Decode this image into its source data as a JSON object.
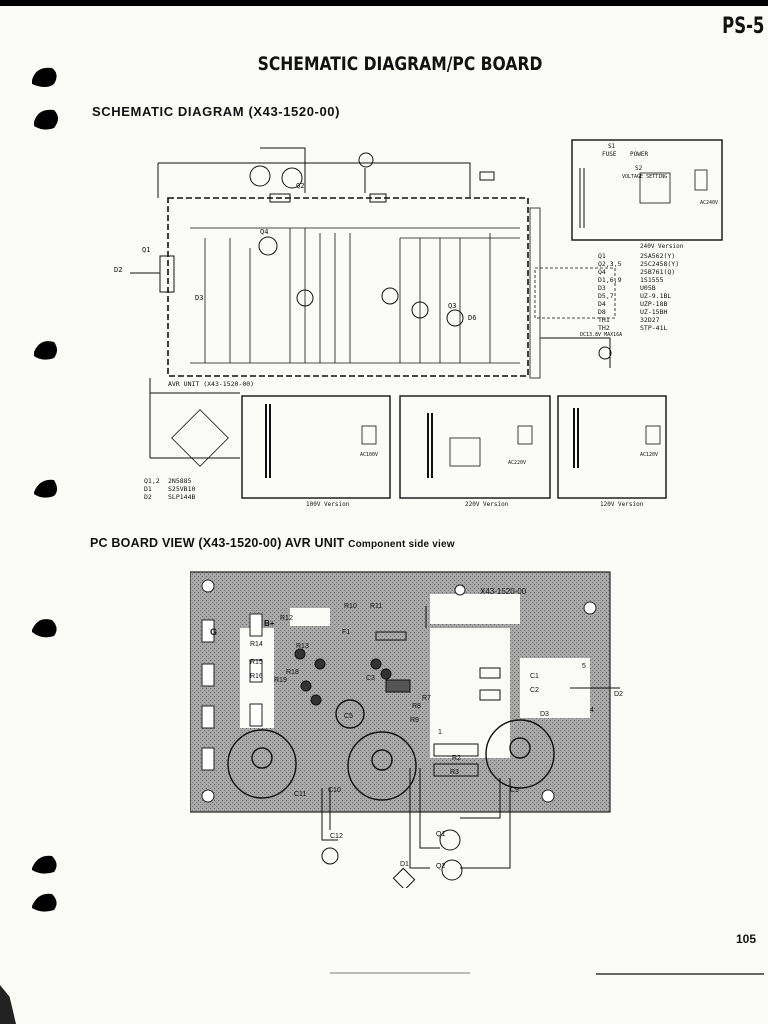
{
  "page": {
    "model": "PS-5",
    "title": "SCHEMATIC DIAGRAM/PC BOARD",
    "section1": "SCHEMATIC DIAGRAM (X43-1520-00)",
    "section2_main": "PC BOARD VIEW (X43-1520-00) AVR UNIT",
    "section2_note": "Component side view",
    "page_number": "105"
  },
  "schematic": {
    "avr_label": "AVR UNIT (X43-1520-00)",
    "versions": [
      "240V Version",
      "100V Version",
      "220V Version",
      "120V Version"
    ],
    "parts_table": [
      [
        "Q1",
        "2SA562(Y)"
      ],
      [
        "Q2,3,5",
        "2SC2458(Y)"
      ],
      [
        "Q4",
        "2SB761(Q)"
      ],
      [
        "D1,6,9",
        "1S1555"
      ],
      [
        "D3",
        "U05B"
      ],
      [
        "D5,7",
        "UZ-9.1BL"
      ],
      [
        "D4",
        "UZP-18B"
      ],
      [
        "D8",
        "UZ-15BH"
      ],
      [
        "TH1",
        "32D27"
      ],
      [
        "TH2",
        "STP-41L"
      ]
    ],
    "parts_table2": [
      [
        "Q1,2",
        "2N5885"
      ],
      [
        "D1",
        "S25VB10"
      ],
      [
        "D2",
        "SLP144B"
      ]
    ],
    "labels": {
      "q1": "Q1",
      "q2": "Q2",
      "q3": "Q3",
      "q4": "Q4",
      "d2": "D2",
      "d3": "D3",
      "d6": "D6",
      "fuse": "FUSE",
      "power": "POWER",
      "s1": "S1",
      "s2": "S2",
      "voltage_setting": "VOLTAGE SETTING",
      "ac240": "AC240V",
      "ac100": "AC100V",
      "ac220": "AC220V",
      "ac120": "AC120V",
      "dc_out": "DC13.8V MAX16A"
    }
  },
  "pcb": {
    "board_id": "X43-1520-00",
    "labels": {
      "r12": "R12",
      "r13": "R13",
      "r14": "R14",
      "r15": "R15",
      "r16": "R16",
      "r18": "R18",
      "r19": "R19",
      "r2": "R2",
      "r3": "R3",
      "r7": "R7",
      "r8": "R8",
      "r9": "R9",
      "r10": "R10",
      "r11": "R11",
      "c1": "C1",
      "c2": "C2",
      "c3": "C3",
      "c5": "C5",
      "c9": "C9",
      "c10": "C10",
      "c11": "C11",
      "c12": "C12",
      "f1": "F1",
      "d1": "D1",
      "d2": "D2",
      "d3": "D3",
      "q1": "Q1",
      "q2": "Q2",
      "g": "G",
      "bplus": "B+",
      "five": "5",
      "four": "4",
      "tp": "1"
    }
  },
  "colors": {
    "ink": "#111111",
    "board": "#9a9a9a",
    "paper": "#fbfbf8"
  }
}
